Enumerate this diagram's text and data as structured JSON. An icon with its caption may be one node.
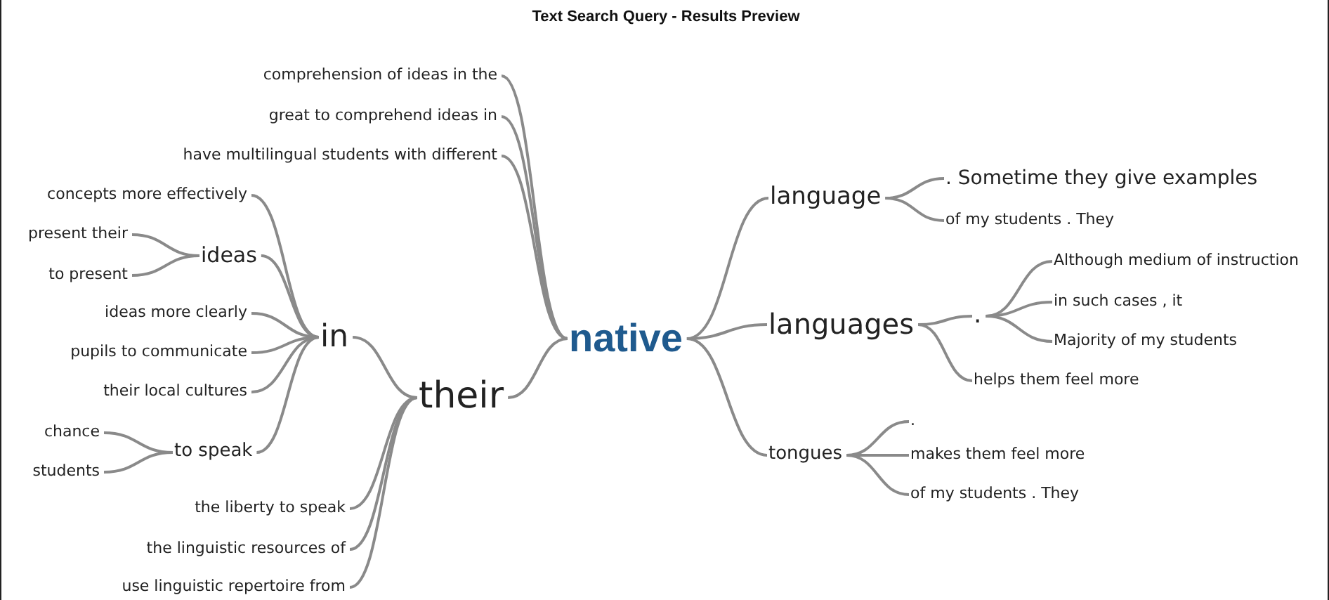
{
  "diagram": {
    "title": "Text Search Query - Results Preview",
    "nodes": [
      {
        "text": [
          "native"
        ]
      },
      {
        "text": [
          "comprehension of ideas in the"
        ]
      },
      {
        "text": [
          "great to comprehend ideas in"
        ]
      },
      {
        "text": [
          "have multilingual students with different"
        ]
      },
      {
        "text": [
          "concepts more effectively"
        ]
      },
      {
        "text": [
          "ideas"
        ]
      },
      {
        "text": [
          "present their"
        ]
      },
      {
        "text": [
          "to present"
        ]
      },
      {
        "text": [
          "ideas more clearly"
        ]
      },
      {
        "text": [
          "in"
        ]
      },
      {
        "text": [
          "pupils to communicate"
        ]
      },
      {
        "text": [
          "their local cultures"
        ]
      },
      {
        "text": [
          "to speak"
        ]
      },
      {
        "text": [
          "chance"
        ]
      },
      {
        "text": [
          "students"
        ]
      },
      {
        "text": [
          "their"
        ]
      },
      {
        "text": [
          "the liberty to speak"
        ]
      },
      {
        "text": [
          "the linguistic resources of"
        ]
      },
      {
        "text": [
          "use linguistic repertoire from"
        ]
      },
      {
        "text": [
          "language"
        ]
      },
      {
        "text": [
          ". Sometime they give examples"
        ]
      },
      {
        "text": [
          "of my students . They"
        ]
      },
      {
        "text": [
          "languages"
        ]
      },
      {
        "text": [
          "."
        ]
      },
      {
        "text": [
          "Although medium of instruction"
        ]
      },
      {
        "text": [
          "in such cases , it"
        ]
      },
      {
        "text": [
          "Majority of my students"
        ]
      },
      {
        "text": [
          "helps them feel more"
        ]
      },
      {
        "text": [
          "tongues"
        ]
      },
      {
        "text": [
          "."
        ]
      },
      {
        "text": [
          "makes them feel more"
        ]
      },
      {
        "text": [
          "of my students . They"
        ]
      }
    ],
    "edges": [
      {
        "from": 0,
        "to": 1,
        "arrow": "none"
      },
      {
        "from": 0,
        "to": 2,
        "arrow": "none"
      },
      {
        "from": 0,
        "to": 3,
        "arrow": "none"
      },
      {
        "from": 0,
        "to": 15,
        "arrow": "none"
      },
      {
        "from": 15,
        "to": 9,
        "arrow": "none"
      },
      {
        "from": 9,
        "to": 4,
        "arrow": "none"
      },
      {
        "from": 9,
        "to": 5,
        "arrow": "none"
      },
      {
        "from": 5,
        "to": 6,
        "arrow": "none"
      },
      {
        "from": 5,
        "to": 7,
        "arrow": "none"
      },
      {
        "from": 9,
        "to": 8,
        "arrow": "none"
      },
      {
        "from": 9,
        "to": 10,
        "arrow": "none"
      },
      {
        "from": 9,
        "to": 11,
        "arrow": "none"
      },
      {
        "from": 9,
        "to": 12,
        "arrow": "none"
      },
      {
        "from": 12,
        "to": 13,
        "arrow": "none"
      },
      {
        "from": 12,
        "to": 14,
        "arrow": "none"
      },
      {
        "from": 15,
        "to": 16,
        "arrow": "none"
      },
      {
        "from": 15,
        "to": 17,
        "arrow": "none"
      },
      {
        "from": 15,
        "to": 18,
        "arrow": "none"
      },
      {
        "from": 0,
        "to": 19,
        "arrow": "none"
      },
      {
        "from": 19,
        "to": 20,
        "arrow": "none"
      },
      {
        "from": 19,
        "to": 21,
        "arrow": "none"
      },
      {
        "from": 0,
        "to": 22,
        "arrow": "none"
      },
      {
        "from": 22,
        "to": 23,
        "arrow": "none"
      },
      {
        "from": 23,
        "to": 24,
        "arrow": "none"
      },
      {
        "from": 23,
        "to": 25,
        "arrow": "none"
      },
      {
        "from": 23,
        "to": 26,
        "arrow": "none"
      },
      {
        "from": 22,
        "to": 27,
        "arrow": "none"
      },
      {
        "from": 0,
        "to": 28,
        "arrow": "none"
      },
      {
        "from": 28,
        "to": 29,
        "arrow": "none"
      },
      {
        "from": 28,
        "to": 30,
        "arrow": "none"
      },
      {
        "from": 28,
        "to": 31,
        "arrow": "none"
      }
    ]
  }
}
